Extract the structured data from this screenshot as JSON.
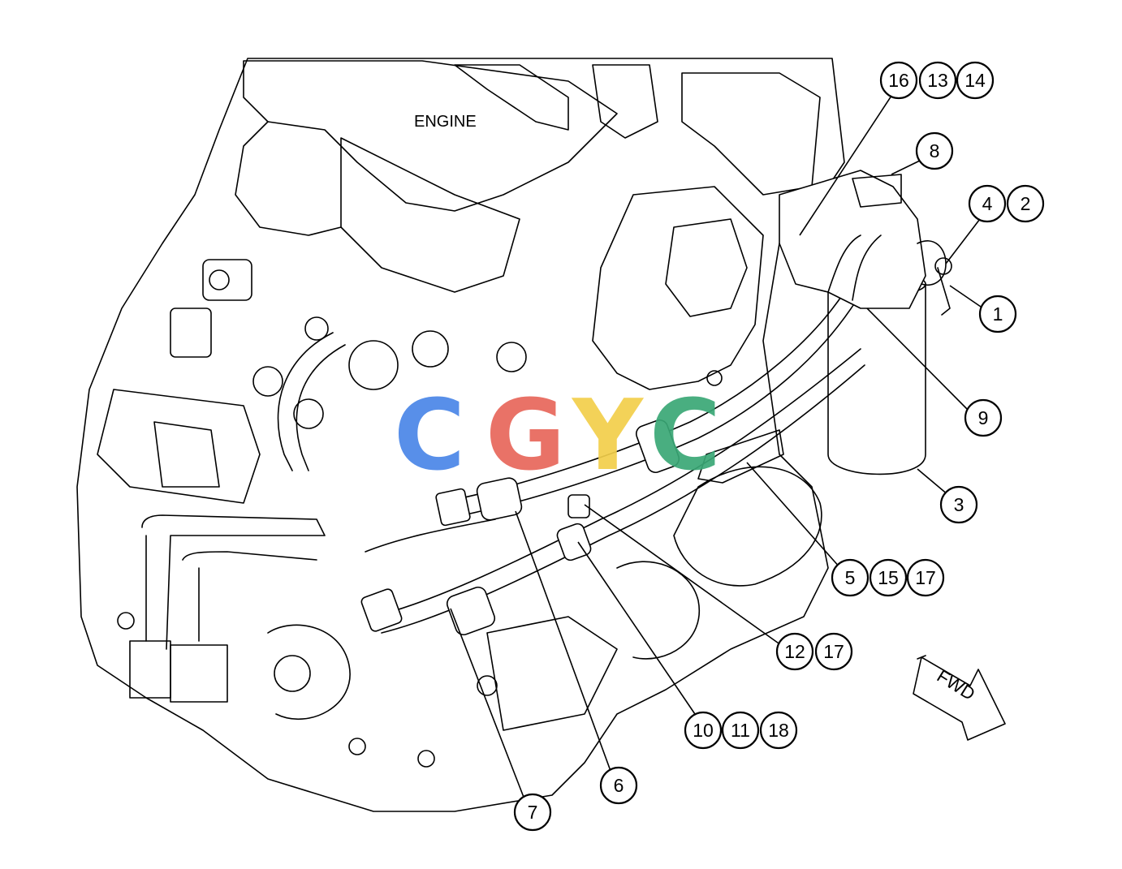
{
  "labels": {
    "engine": "ENGINE",
    "fwd": "FWD"
  },
  "watermark": {
    "letters": [
      "C",
      "G",
      "Y",
      "C"
    ],
    "colors": [
      "#4a86e8",
      "#e8675b",
      "#f2cf4a",
      "#3aa876"
    ]
  },
  "callouts": {
    "c16": "16",
    "c13": "13",
    "c14": "14",
    "c8": "8",
    "c4": "4",
    "c2": "2",
    "c1": "1",
    "c9": "9",
    "c3": "3",
    "c5": "5",
    "c15": "15",
    "c17a": "17",
    "c12": "12",
    "c17b": "17",
    "c10": "10",
    "c11": "11",
    "c18": "18",
    "c6": "6",
    "c7": "7"
  }
}
